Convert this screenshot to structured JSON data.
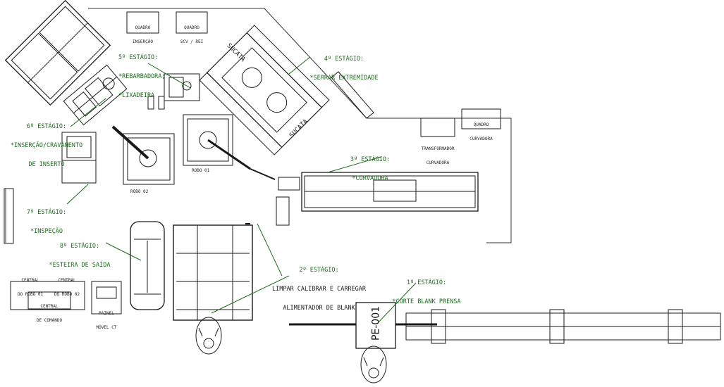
{
  "stages": {
    "s1": {
      "title": "1º ESTÁGIO:",
      "desc": "*CORTE BLANK PRENSA"
    },
    "s2": {
      "title": "2º ESTÁGIO:",
      "desc1": "LIMPAR CALIBRAR E CARREGAR",
      "desc2": "ALIMENTADOR DE BLANK"
    },
    "s3": {
      "title": "3º ESTÁGIO:",
      "desc": "*CURVADORA"
    },
    "s4": {
      "title": "4º ESTÁGIO:",
      "desc": "*SERRAR EXTREMIDADE"
    },
    "s5": {
      "title": "5º ESTÁGIO:",
      "desc1": "*REBARBADORA;",
      "desc2": "*LIXADEIRA"
    },
    "s6": {
      "title": "6º ESTÁGIO:",
      "desc1": "*INSERÇÃO/CRAVAMENTO",
      "desc2": "DE INSERTO"
    },
    "s7": {
      "title": "7º ESTÁGIO:",
      "desc": "*INSPEÇÃO"
    },
    "s8": {
      "title": "8º ESTÁGIO:",
      "desc": "*ESTEIRA DE SAÍDA"
    }
  },
  "equipment": {
    "quadro_insercao": [
      "QUADRO",
      "INSERÇÃO"
    ],
    "quadro_scv": [
      "QUADRO",
      "SCV / REI"
    ],
    "quadro_curvadora": [
      "QUADRO",
      "CURVADORA"
    ],
    "transformador": [
      "TRANSFORMADOR",
      "CURVADORA"
    ],
    "sucata_top": "SUCATA",
    "sucata_bottom": "SUCATA",
    "robo01": "ROBO 01",
    "robo02": "ROBO 02",
    "central_robo01": [
      "CENTRAL",
      "DO ROBO 01"
    ],
    "central_robo02": [
      "CENTRAL",
      "DO ROBO 02"
    ],
    "central_comando": [
      "CENTRAL",
      "DE COMANDO"
    ],
    "painel_movel": [
      "PAINEL",
      "MÓVEL CT"
    ],
    "press": "PE-001"
  },
  "colors": {
    "line": "#1a1a1a",
    "annotation": "#1b6b1b"
  }
}
